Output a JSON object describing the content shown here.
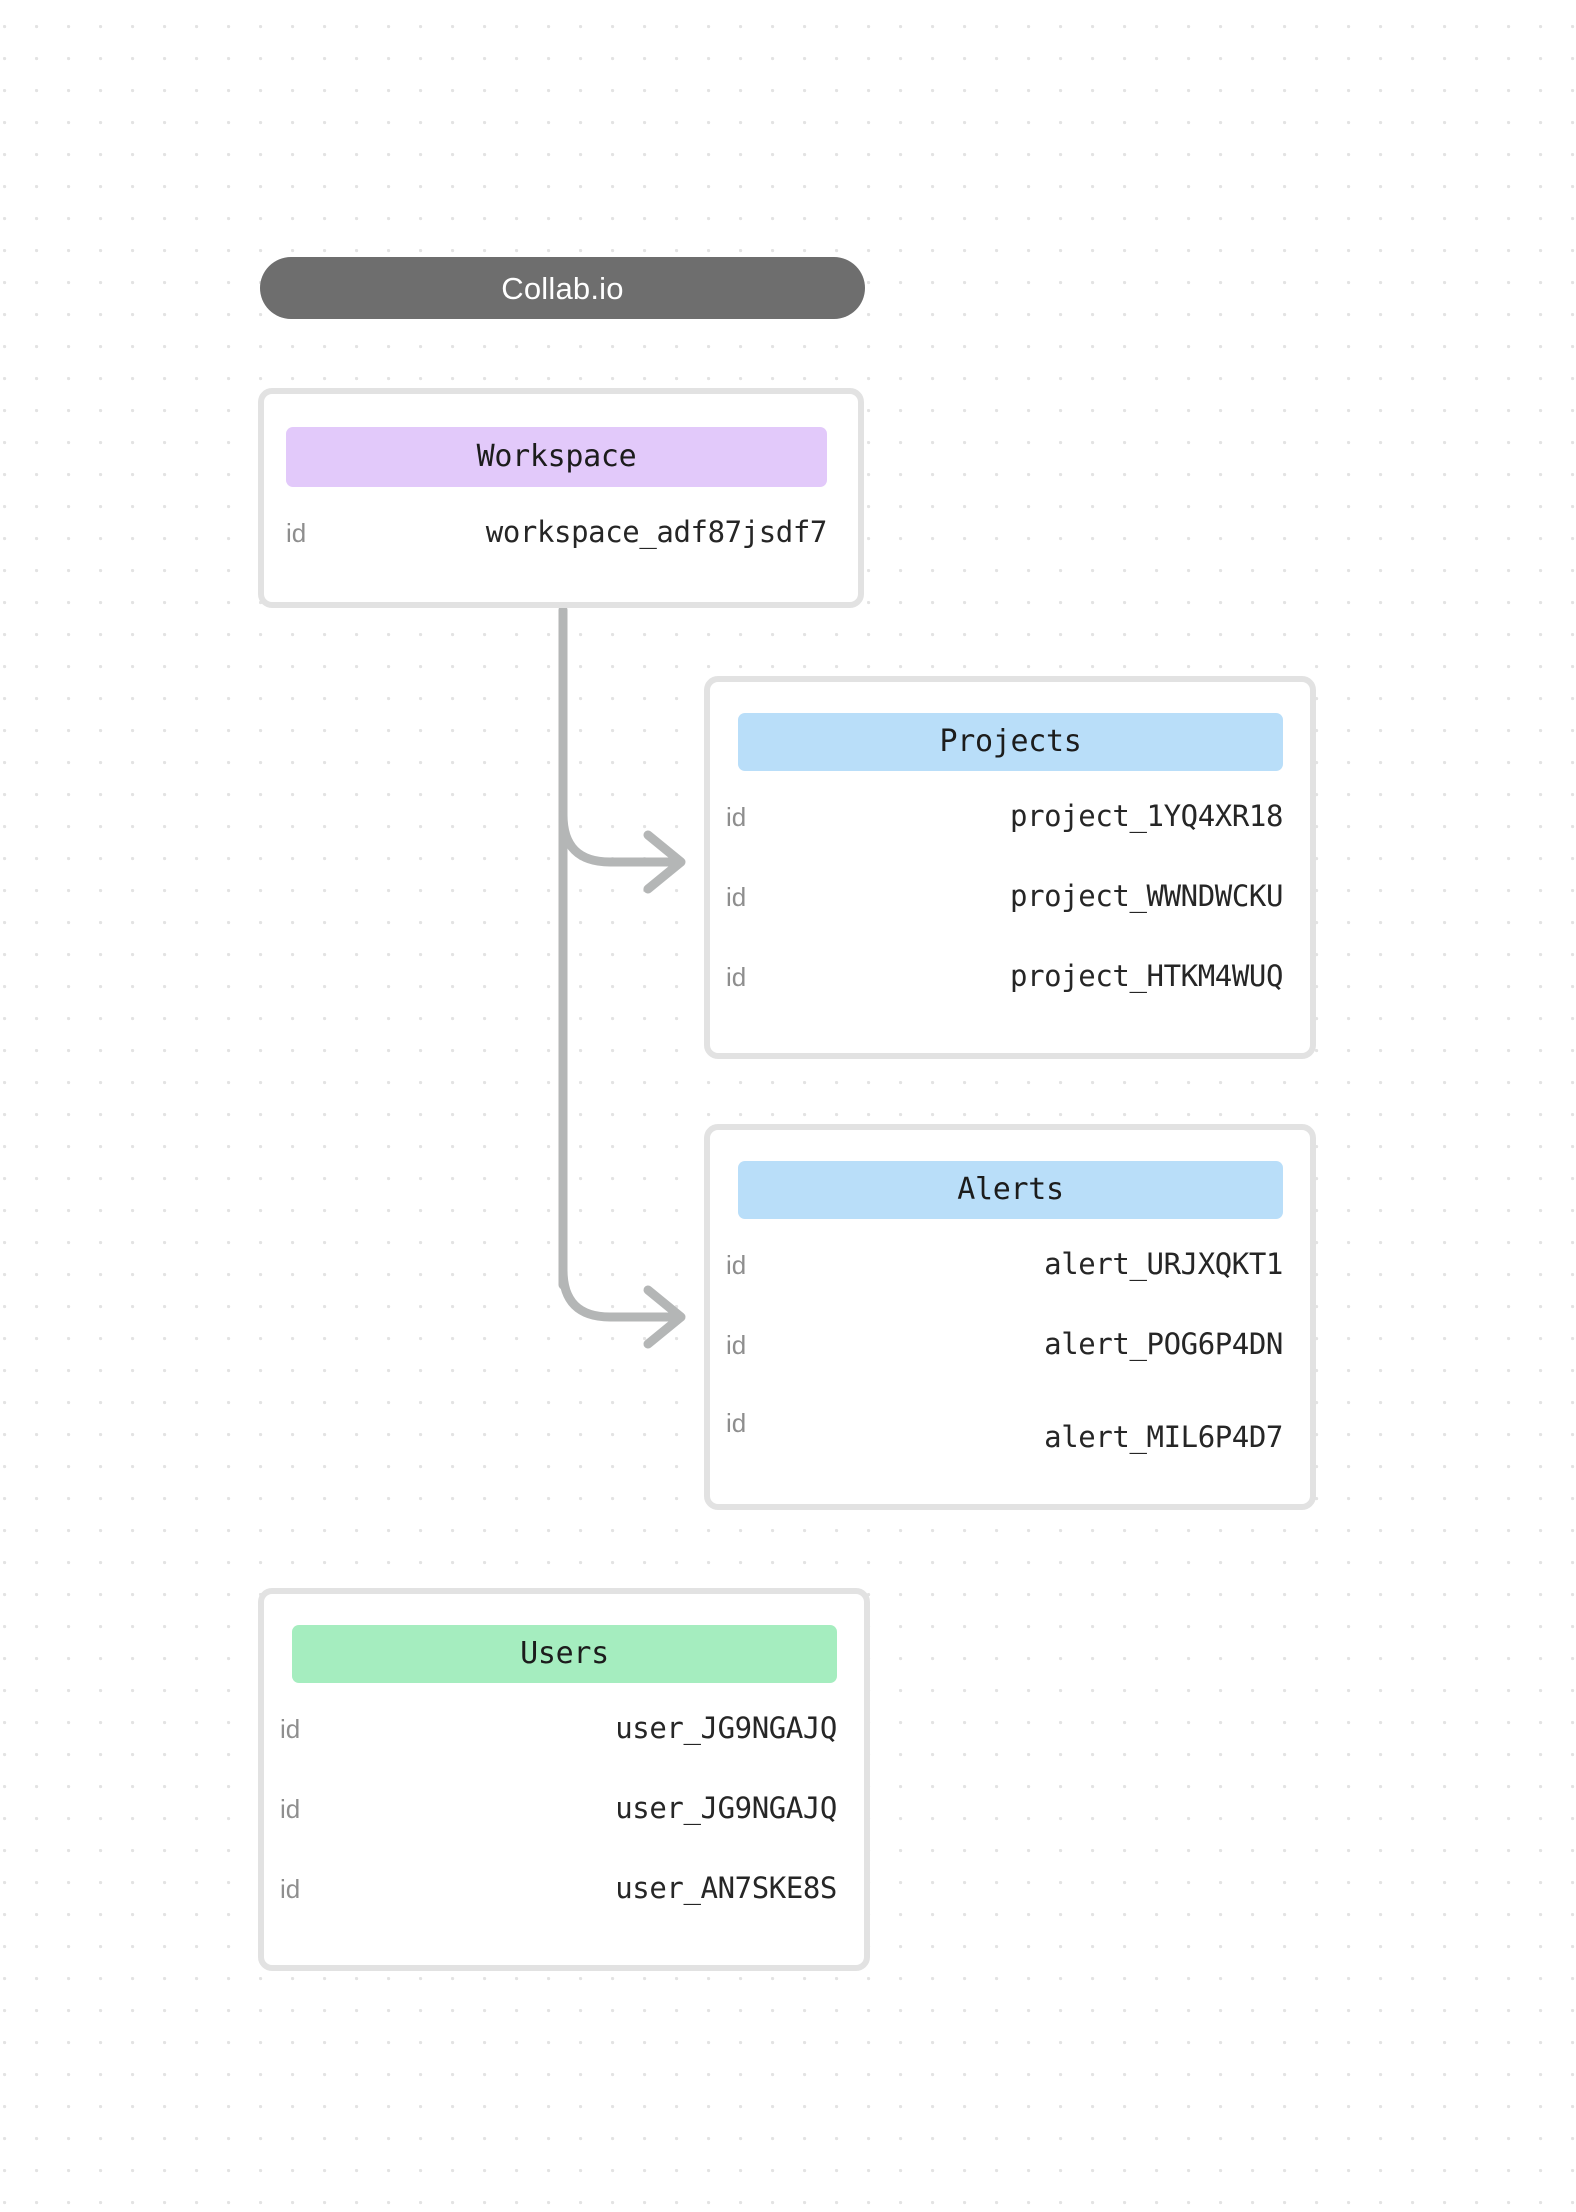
{
  "app": {
    "title": "Collab.io"
  },
  "colors": {
    "title_pill_bg": "#6e6e6e",
    "title_pill_text": "#ffffff",
    "card_border": "#e2e2e2",
    "card_bg": "#ffffff",
    "chip_workspace": "#e2c9fa",
    "chip_projects": "#b9def9",
    "chip_alerts": "#b9def9",
    "chip_users": "#a5edbf",
    "key_text": "#8e8e8e",
    "value_text": "#262626",
    "connector": "#b4b6b6",
    "dot_grid": "#e3e3e3",
    "canvas_bg": "#ffffff"
  },
  "entities": [
    {
      "id": "workspace",
      "title": "Workspace",
      "chip_color": "#e2c9fa",
      "rows": [
        {
          "key": "id",
          "value": "workspace_adf87jsdf7"
        }
      ]
    },
    {
      "id": "projects",
      "title": "Projects",
      "chip_color": "#b9def9",
      "rows": [
        {
          "key": "id",
          "value": "project_1YQ4XR18"
        },
        {
          "key": "id",
          "value": "project_WWNDWCKU"
        },
        {
          "key": "id",
          "value": "project_HTKM4WUQ"
        }
      ]
    },
    {
      "id": "alerts",
      "title": "Alerts",
      "chip_color": "#b9def9",
      "rows": [
        {
          "key": "id",
          "value": "alert_URJXQKT1"
        },
        {
          "key": "id",
          "value": "alert_POG6P4DN"
        },
        {
          "key": "id",
          "value": "alert_MIL6P4D7"
        }
      ]
    },
    {
      "id": "users",
      "title": "Users",
      "chip_color": "#a5edbf",
      "rows": [
        {
          "key": "id",
          "value": "user_JG9NGAJQ"
        },
        {
          "key": "id",
          "value": "user_JG9NGAJQ"
        },
        {
          "key": "id",
          "value": "user_AN7SKE8S"
        }
      ]
    }
  ],
  "connections": [
    {
      "from": "workspace",
      "to": "projects"
    },
    {
      "from": "workspace",
      "to": "alerts"
    }
  ]
}
